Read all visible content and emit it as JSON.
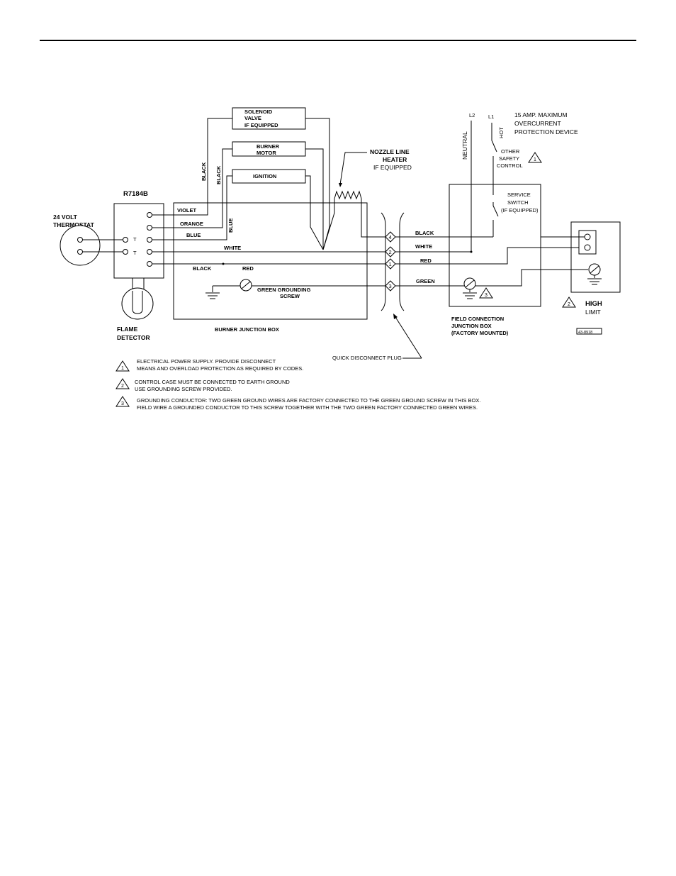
{
  "labels": {
    "solenoid_1": "SOLENOID",
    "solenoid_2": "VALVE",
    "solenoid_3": "IF EQUIPPED",
    "burner_motor_1": "BURNER",
    "burner_motor_2": "MOTOR",
    "ignition": "IGNITION",
    "nozzle_1": "NOZZLE LINE",
    "nozzle_2": "HEATER",
    "nozzle_3": "IF EQUIPPED",
    "l2": "L2",
    "l1": "L1",
    "neutral": "NEUTRAL",
    "hot": "HOT",
    "overcurrent_1": "15 AMP. MAXIMUM",
    "overcurrent_2": "OVERCURRENT",
    "overcurrent_3": "PROTECTION DEVICE",
    "other_safety_1": "OTHER",
    "other_safety_2": "SAFETY",
    "other_safety_3": "CONTROL",
    "r7184b": "R7184B",
    "thermostat_1": "24 VOLT",
    "thermostat_2": "THERMOSTAT",
    "t1": "T",
    "t2": "T",
    "flame_1": "FLAME",
    "flame_2": "DETECTOR",
    "service_1": "SERVICE",
    "service_2": "SWITCH",
    "service_3": "(IF EQUIPPED)",
    "green_screw_1": "GREEN GROUNDING",
    "green_screw_2": "SCREW",
    "burner_jbox": "BURNER JUNCTION BOX",
    "field_1": "FIELD CONNECTION",
    "field_2": "JUNCTION BOX",
    "field_3": "(FACTORY MOUNTED)",
    "high_1": "HIGH",
    "high_2": "LIMIT",
    "quick_disconnect": "QUICK DISCONNECT PLUG",
    "figure_code": "43-8918"
  },
  "wires": {
    "black_v1": "BLACK",
    "black_v2": "BLACK",
    "blue_v": "BLUE",
    "violet": "VIOLET",
    "orange": "ORANGE",
    "blue": "BLUE",
    "white_left": "WHITE",
    "black_left": "BLACK",
    "red_left": "RED",
    "black_right": "BLACK",
    "white_right": "WHITE",
    "red_right": "RED",
    "green_right": "GREEN"
  },
  "plug_pins": [
    "4",
    "2",
    "1",
    "3"
  ],
  "markers": {
    "other_safety": "1",
    "field_ground": "3",
    "high_limit": "2"
  },
  "notes": [
    {
      "num": "1",
      "line1": "ELECTRICAL POWER SUPPLY. PROVIDE DISCONNECT",
      "line2": "MEANS AND OVERLOAD PROTECTION AS REQUIRED BY CODES."
    },
    {
      "num": "2",
      "line1": "CONTROL CASE MUST BE CONNECTED TO EARTH GROUND",
      "line2": "USE GROUNDING SCREW PROVIDED."
    },
    {
      "num": "3",
      "line1": "GROUNDING CONDUCTOR: TWO GREEN GROUND WIRES ARE FACTORY CONNECTED TO THE GREEN GROUND SCREW IN THIS BOX.",
      "line2": "FIELD WIRE A GROUNDED CONDUCTOR TO THIS SCREW TOGETHER WITH THE TWO GREEN FACTORY CONNECTED GREEN WIRES."
    }
  ]
}
